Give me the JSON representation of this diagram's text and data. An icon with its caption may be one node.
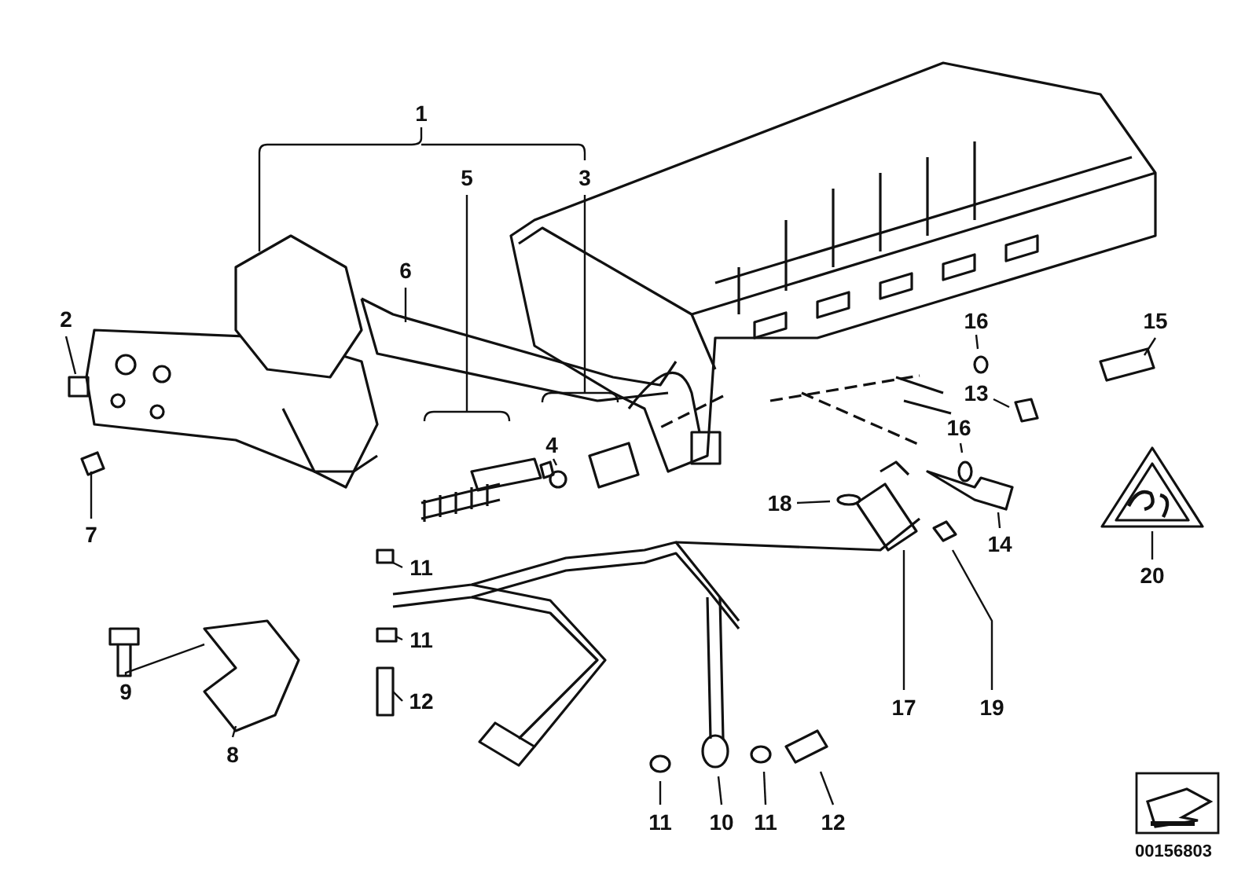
{
  "diagram": {
    "nodes": [
      {
        "text": [
          "1"
        ]
      },
      {
        "text": [
          "5"
        ]
      },
      {
        "text": [
          "3"
        ]
      },
      {
        "text": [
          "6"
        ]
      },
      {
        "text": [
          "2"
        ]
      },
      {
        "text": [
          "16"
        ]
      },
      {
        "text": [
          "15"
        ]
      },
      {
        "text": [
          "13"
        ]
      },
      {
        "text": [
          "16"
        ]
      },
      {
        "text": [
          "4"
        ]
      },
      {
        "text": [
          "18"
        ]
      },
      {
        "text": [
          "7"
        ]
      },
      {
        "text": [
          "14"
        ]
      },
      {
        "text": [
          "11"
        ]
      },
      {
        "text": [
          "20"
        ]
      },
      {
        "text": [
          "11"
        ]
      },
      {
        "text": [
          "9"
        ]
      },
      {
        "text": [
          "12"
        ]
      },
      {
        "text": [
          "17"
        ]
      },
      {
        "text": [
          "19"
        ]
      },
      {
        "text": [
          "8"
        ]
      },
      {
        "text": [
          "11"
        ]
      },
      {
        "text": [
          "10"
        ]
      },
      {
        "text": [
          "11"
        ]
      },
      {
        "text": [
          "12"
        ]
      }
    ],
    "edges": [
      {
        "from": 0,
        "to": null,
        "arrow": "none"
      },
      {
        "from": 1,
        "to": null,
        "arrow": "none"
      },
      {
        "from": 2,
        "to": null,
        "arrow": "none"
      },
      {
        "from": 3,
        "to": null,
        "arrow": "none"
      },
      {
        "from": 4,
        "to": null,
        "arrow": "none"
      },
      {
        "from": 5,
        "to": null,
        "arrow": "none"
      },
      {
        "from": 6,
        "to": null,
        "arrow": "none"
      },
      {
        "from": 7,
        "to": null,
        "arrow": "none"
      },
      {
        "from": 8,
        "to": null,
        "arrow": "none"
      },
      {
        "from": 9,
        "to": null,
        "arrow": "none"
      },
      {
        "from": 10,
        "to": null,
        "arrow": "none"
      },
      {
        "from": 11,
        "to": null,
        "arrow": "none"
      },
      {
        "from": 12,
        "to": null,
        "arrow": "none"
      },
      {
        "from": 13,
        "to": null,
        "arrow": "none"
      },
      {
        "from": 14,
        "to": null,
        "arrow": "none"
      },
      {
        "from": 15,
        "to": null,
        "arrow": "none"
      },
      {
        "from": 16,
        "to": null,
        "arrow": "none"
      },
      {
        "from": 17,
        "to": null,
        "arrow": "none"
      },
      {
        "from": 18,
        "to": null,
        "arrow": "none"
      },
      {
        "from": 19,
        "to": null,
        "arrow": "none"
      },
      {
        "from": 20,
        "to": null,
        "arrow": "none"
      },
      {
        "from": 21,
        "to": null,
        "arrow": "none"
      },
      {
        "from": 22,
        "to": null,
        "arrow": "none"
      },
      {
        "from": 23,
        "to": null,
        "arrow": "none"
      },
      {
        "from": 24,
        "to": null,
        "arrow": "none"
      }
    ],
    "labels": [
      "00156803"
    ]
  }
}
